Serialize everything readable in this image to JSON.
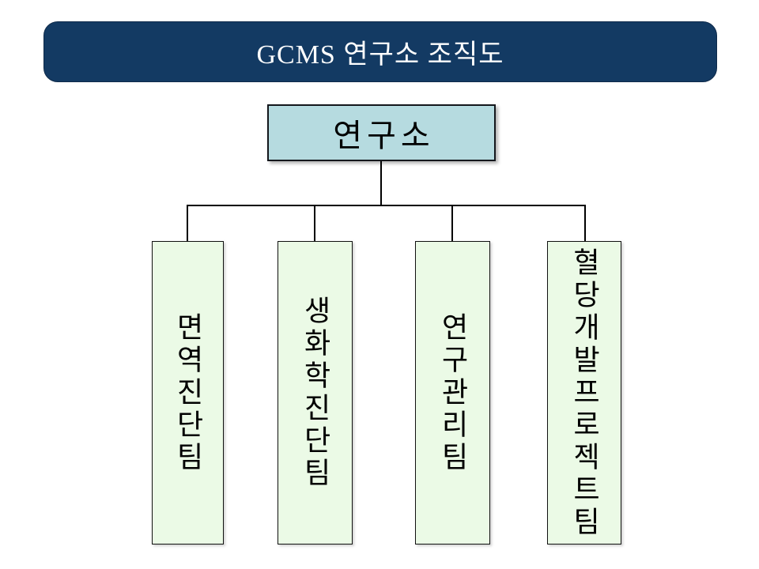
{
  "slide_title": "GCMS 연구소 조직도",
  "org_chart": {
    "root": {
      "label": "연구소"
    },
    "teams": [
      {
        "label": "면역진단팀"
      },
      {
        "label": "생화학진단팀"
      },
      {
        "label": "연구관리팀"
      },
      {
        "label": "혈당개발프로젝트팀"
      }
    ]
  },
  "colors": {
    "banner_bg": "#133A63",
    "banner_text": "#FFFFFF",
    "root_box_fill": "#B6DBE0",
    "team_box_fill": "#EBFAE6",
    "connector_line": "#000000"
  }
}
